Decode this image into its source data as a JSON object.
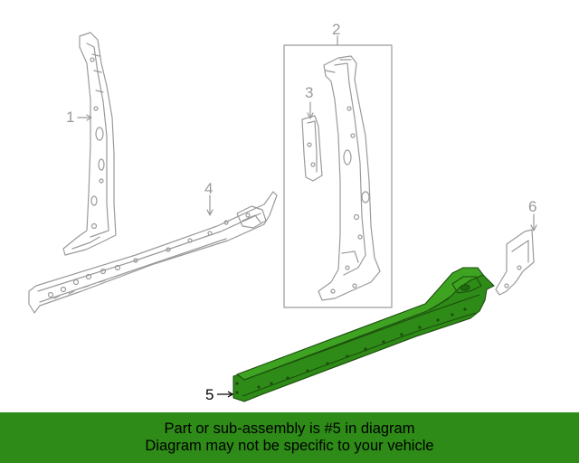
{
  "callouts": {
    "part1": "1",
    "part2": "2",
    "part3": "3",
    "part4": "4",
    "part5": "5",
    "part6": "6"
  },
  "banner": {
    "line1": "Part or sub-assembly is #5 in diagram",
    "line2": "Diagram may not be specific to your vehicle"
  },
  "colors": {
    "highlight": "#2e8b17",
    "outline": "#999999",
    "banner": "#2e8b17"
  }
}
